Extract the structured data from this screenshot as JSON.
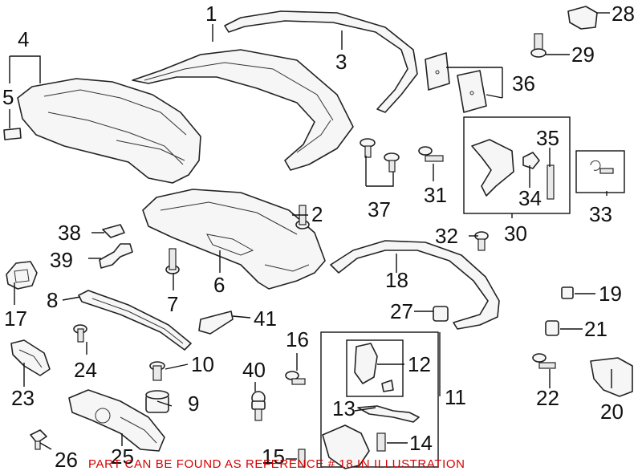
{
  "callouts": {
    "c1": "1",
    "c2": "2",
    "c3": "3",
    "c4": "4",
    "c5": "5",
    "c6": "6",
    "c7": "7",
    "c8": "8",
    "c9": "9",
    "c10": "10",
    "c11": "11",
    "c12": "12",
    "c13": "13",
    "c14": "14",
    "c15": "15",
    "c16": "16",
    "c17": "17",
    "c18": "18",
    "c19": "19",
    "c20": "20",
    "c21": "21",
    "c22": "22",
    "c23": "23",
    "c24": "24",
    "c25": "25",
    "c26": "26",
    "c27": "27",
    "c28": "28",
    "c29": "29",
    "c30": "30",
    "c31": "31",
    "c32": "32",
    "c33": "33",
    "c34": "34",
    "c35": "35",
    "c36": "36",
    "c37": "37",
    "c38": "38",
    "c39": "39",
    "c40": "40",
    "c41": "41"
  },
  "footer_note": "PART CAN BE FOUND AS REFERENCE # 18 IN ILLUSTRATION",
  "colors": {
    "note": "#d40000",
    "line": "#111111"
  }
}
